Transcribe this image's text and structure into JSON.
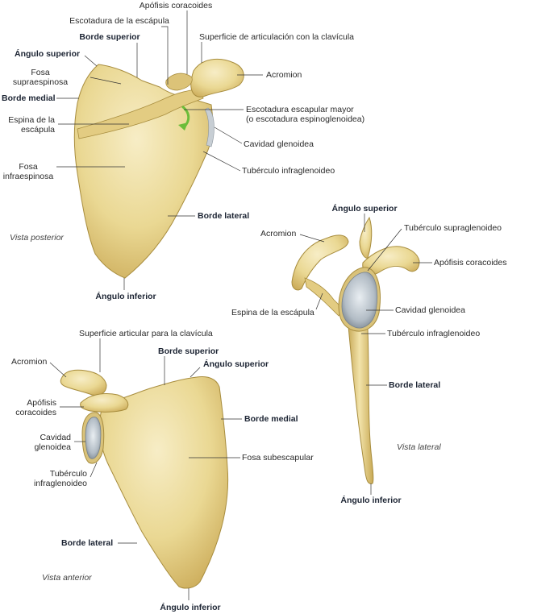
{
  "posterior": {
    "labels": {
      "apofisis": "Apófisis coracoides",
      "escotadura": "Escotadura de la escápula",
      "superficie": "Superficie de articulación con la clavícula",
      "borde_superior": "Borde superior",
      "angulo_superior": "Ángulo superior",
      "fosa_supra_1": "Fosa",
      "fosa_supra_2": "supraespinosa",
      "acromion": "Acromion",
      "borde_medial": "Borde medial",
      "espina_1": "Espina de la",
      "espina_2": "escápula",
      "escotadura_mayor_1": "Escotadura escapular mayor",
      "escotadura_mayor_2": "(o escotadura espinoglenoidea)",
      "cavidad": "Cavidad glenoidea",
      "fosa_infra_1": "Fosa",
      "fosa_infra_2": "infraespinosa",
      "tuberculo_infra": "Tubérculo infraglenoideo",
      "borde_lateral": "Borde lateral",
      "angulo_inferior": "Ángulo inferior"
    },
    "view": "Vista posterior"
  },
  "lateral": {
    "labels": {
      "angulo_superior": "Ángulo superior",
      "acromion": "Acromion",
      "tuberculo_supra": "Tubérculo supraglenoideo",
      "apofisis": "Apófisis coracoides",
      "espina": "Espina de la escápula",
      "cavidad": "Cavidad glenoidea",
      "tuberculo_infra": "Tubérculo infraglenoideo",
      "borde_lateral": "Borde lateral",
      "angulo_inferior": "Ángulo inferior"
    },
    "view": "Vista lateral"
  },
  "anterior": {
    "labels": {
      "superficie": "Superficie articular para la clavícula",
      "acromion": "Acromion",
      "borde_superior": "Borde superior",
      "angulo_superior": "Ángulo superior",
      "apofisis_1": "Apófisis",
      "apofisis_2": "coracoides",
      "borde_medial": "Borde medial",
      "cavidad_1": "Cavidad",
      "cavidad_2": "glenoidea",
      "fosa_sub": "Fosa subescapular",
      "tuberculo_1": "Tubérculo",
      "tuberculo_2": "infraglenoideo",
      "borde_lateral": "Borde lateral",
      "angulo_inferior": "Ángulo inferior"
    },
    "view": "Vista anterior"
  },
  "colors": {
    "bone_light": "#f3e6b4",
    "bone_mid": "#e4cf88",
    "bone_dark": "#c9ad5a",
    "bone_outline": "#a88d3e",
    "cartilage": "#b9c2c9",
    "arrow": "#6cbd3a",
    "leader": "#333333"
  }
}
